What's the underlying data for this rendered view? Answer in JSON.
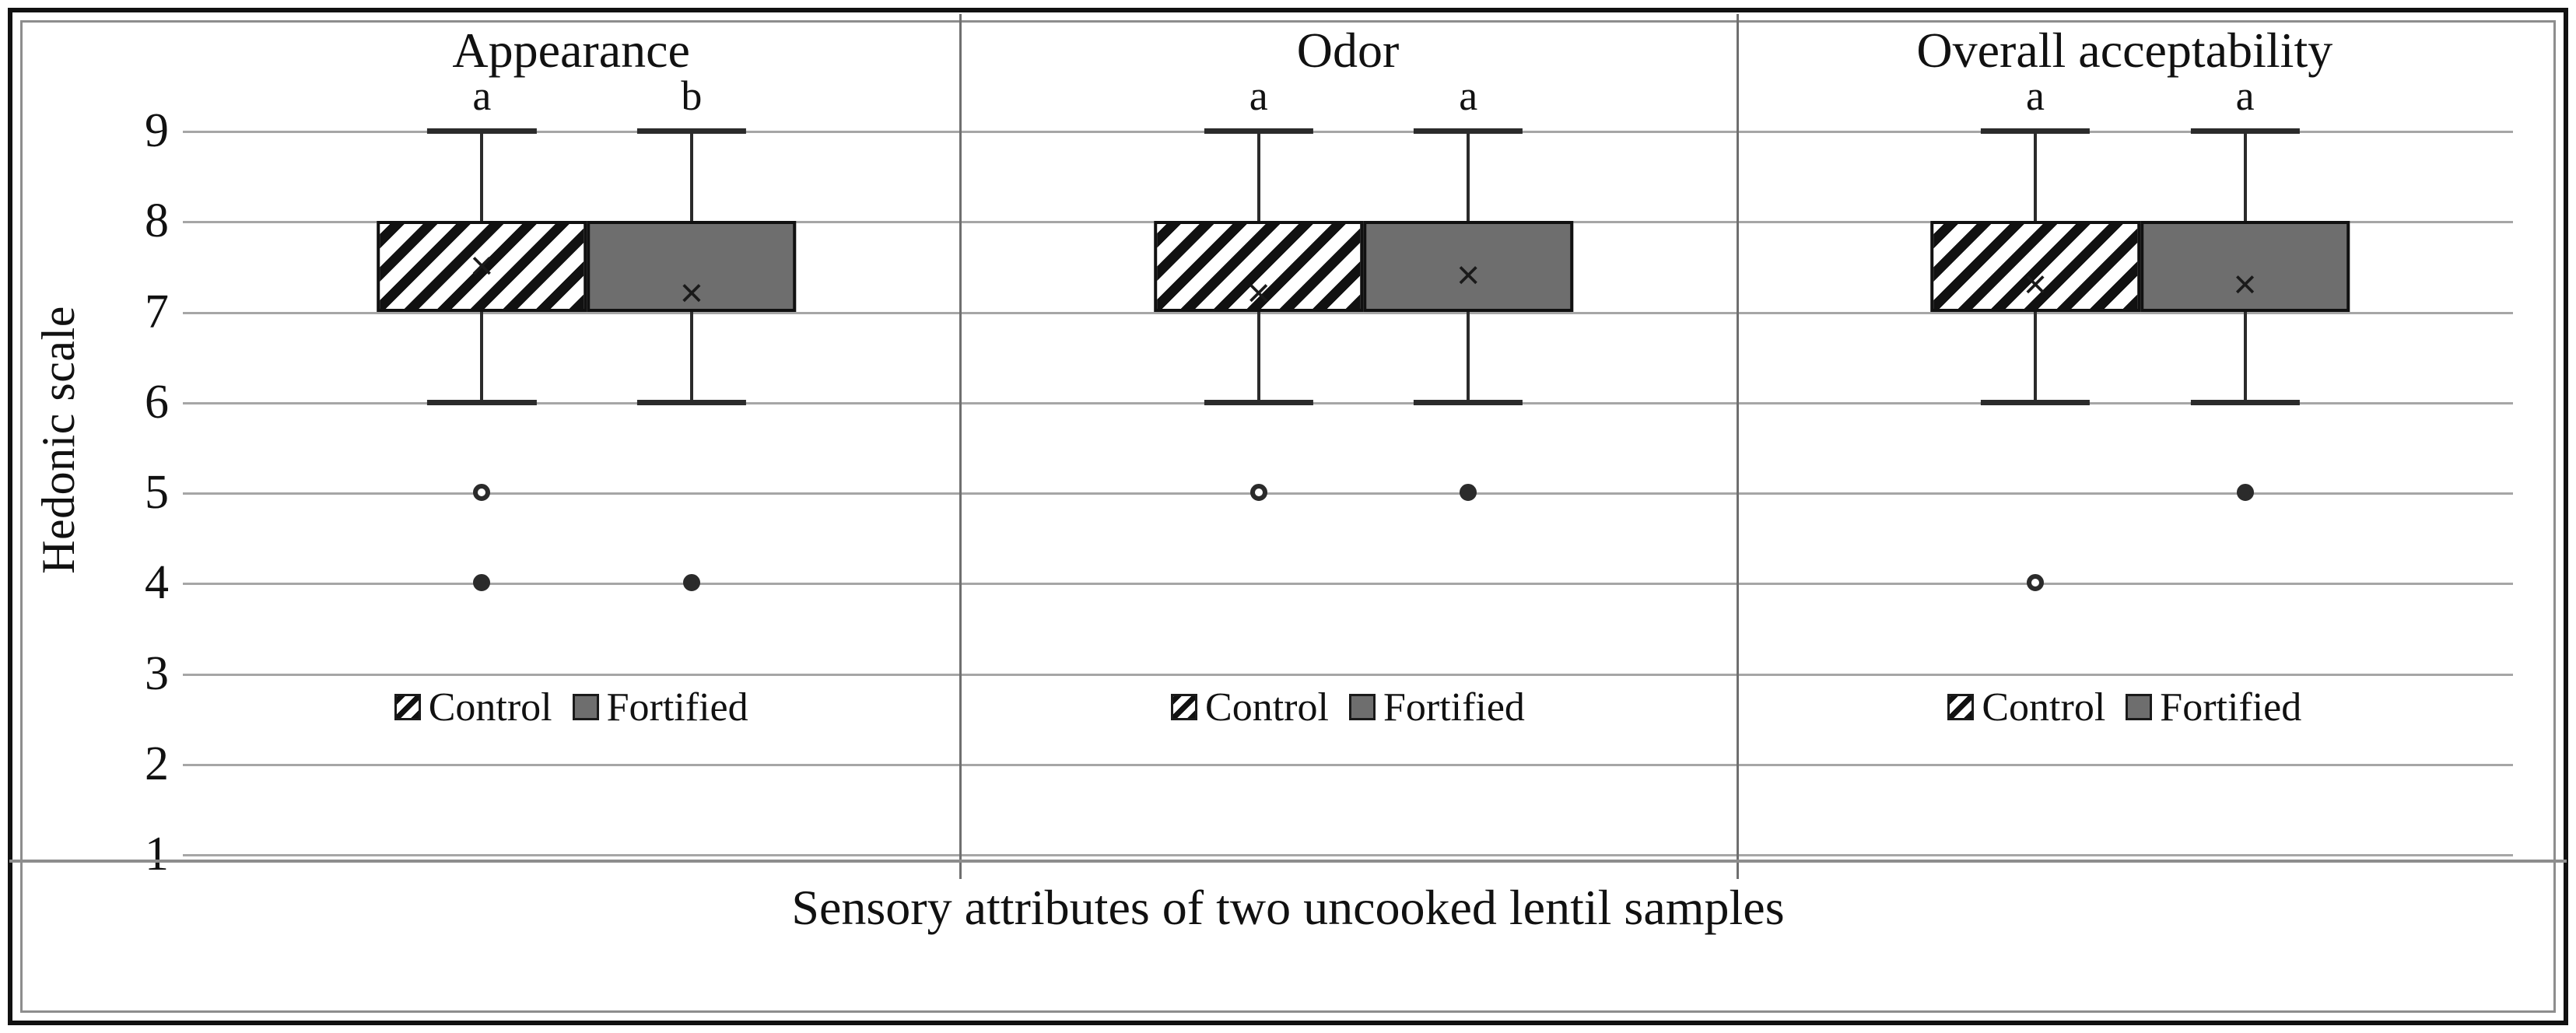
{
  "figure": {
    "x_axis_caption": "Sensory attributes of two uncooked lentil samples",
    "y_axis_title": "Hedonic scale"
  },
  "legend": {
    "control_label": "Control",
    "fortified_label": "Fortified"
  },
  "colors": {
    "fortified_fill": "#6e6e6e",
    "control_fill": "#ffffff",
    "hatch_stroke": "#111111",
    "gridline": "#a6a6a6",
    "outline": "#111111",
    "frame_outer": "#111111",
    "frame_inner": "#8d8d8d"
  },
  "chart_data": {
    "type": "box",
    "title": "",
    "xlabel": "Sensory attributes of two uncooked lentil samples",
    "ylabel": "Hedonic scale",
    "ylim": [
      1,
      9
    ],
    "yticks": [
      9,
      8,
      7,
      6,
      5,
      4,
      3,
      2,
      1
    ],
    "ytick_labels": [
      "9",
      "8",
      "7",
      "6",
      "5",
      "4",
      "3",
      "2",
      "1"
    ],
    "grid": true,
    "legend_position": "inside-each-panel",
    "series_names": [
      "Control",
      "Fortified"
    ],
    "mean_marker": "×",
    "panels": [
      {
        "name": "Appearance",
        "boxes": [
          {
            "group": "Control",
            "fill": "hatched",
            "sig_letter": "a",
            "whisker_low": 6,
            "q1": 7,
            "median": 8,
            "q3": 8,
            "whisker_high": 9,
            "mean": 7.5,
            "outliers": [
              {
                "value": 5,
                "style": "hollow"
              },
              {
                "value": 4,
                "style": "filled"
              }
            ]
          },
          {
            "group": "Fortified",
            "fill": "solid-gray",
            "sig_letter": "b",
            "whisker_low": 6,
            "q1": 7,
            "median": 8,
            "q3": 8,
            "whisker_high": 9,
            "mean": 7.2,
            "outliers": [
              {
                "value": 4,
                "style": "filled"
              }
            ]
          }
        ]
      },
      {
        "name": "Odor",
        "boxes": [
          {
            "group": "Control",
            "fill": "hatched",
            "sig_letter": "a",
            "whisker_low": 6,
            "q1": 7,
            "median": 8,
            "q3": 8,
            "whisker_high": 9,
            "mean": 7.2,
            "outliers": [
              {
                "value": 5,
                "style": "hollow"
              }
            ]
          },
          {
            "group": "Fortified",
            "fill": "solid-gray",
            "sig_letter": "a",
            "whisker_low": 6,
            "q1": 7,
            "median": 8,
            "q3": 8,
            "whisker_high": 9,
            "mean": 7.4,
            "outliers": [
              {
                "value": 5,
                "style": "filled"
              }
            ]
          }
        ]
      },
      {
        "name": "Overall acceptability",
        "boxes": [
          {
            "group": "Control",
            "fill": "hatched",
            "sig_letter": "a",
            "whisker_low": 6,
            "q1": 7,
            "median": 8,
            "q3": 8,
            "whisker_high": 9,
            "mean": 7.3,
            "outliers": [
              {
                "value": 4,
                "style": "hollow"
              }
            ]
          },
          {
            "group": "Fortified",
            "fill": "solid-gray",
            "sig_letter": "a",
            "whisker_low": 6,
            "q1": 7,
            "median": 8,
            "q3": 8,
            "whisker_high": 9,
            "mean": 7.3,
            "outliers": [
              {
                "value": 5,
                "style": "filled"
              }
            ]
          }
        ]
      }
    ]
  }
}
